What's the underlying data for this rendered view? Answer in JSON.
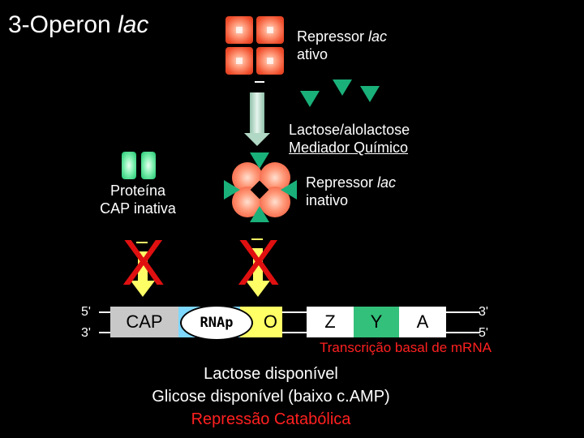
{
  "title": {
    "main": "3-Operon ",
    "italic": "lac"
  },
  "repressor_active": {
    "line1_prefix": "Repressor ",
    "line1_italic": "lac",
    "line2": "ativo"
  },
  "lactose": {
    "line1": "Lactose/alolactose",
    "line2": "Mediador Químico"
  },
  "repressor_inactive": {
    "line1_prefix": "Repressor ",
    "line1_italic": "lac",
    "line2": "inativo"
  },
  "cap_protein": {
    "line1": "Proteína",
    "line2": "CAP inativa"
  },
  "strand": {
    "left_top": "5'",
    "left_bottom": "3'",
    "right_top": "3'",
    "right_bottom": "5'"
  },
  "genes": {
    "cap": "CAP",
    "rnap": "RNAp",
    "operator": "O",
    "z": "Z",
    "y": "Y",
    "a": "A"
  },
  "transcription": "Transcrição basal de mRNA",
  "conditions": {
    "line1": "Lactose disponível",
    "line2": "Glicose disponível (baixo c.AMP)",
    "line3": "Repressão  Catabólica"
  },
  "marks": {
    "blocked": "X"
  },
  "colors": {
    "red": "#e01010",
    "green": "#1ab07a",
    "yellow": "#ffff66",
    "gray": "#c8c8c8"
  }
}
